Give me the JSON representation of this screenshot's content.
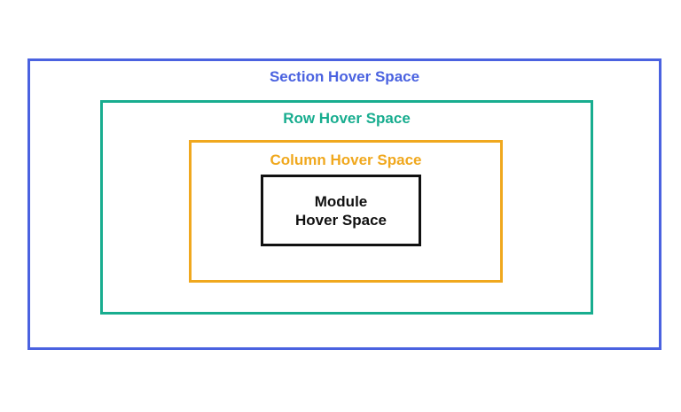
{
  "diagram": {
    "section": {
      "label": "Section Hover Space",
      "color": "#4a62e0"
    },
    "row": {
      "label": "Row Hover Space",
      "color": "#18ad8f"
    },
    "column": {
      "label": "Column Hover Space",
      "color": "#f0a81e"
    },
    "module": {
      "label_line1": "Module",
      "label_line2": "Hover Space",
      "color": "#111111"
    }
  }
}
